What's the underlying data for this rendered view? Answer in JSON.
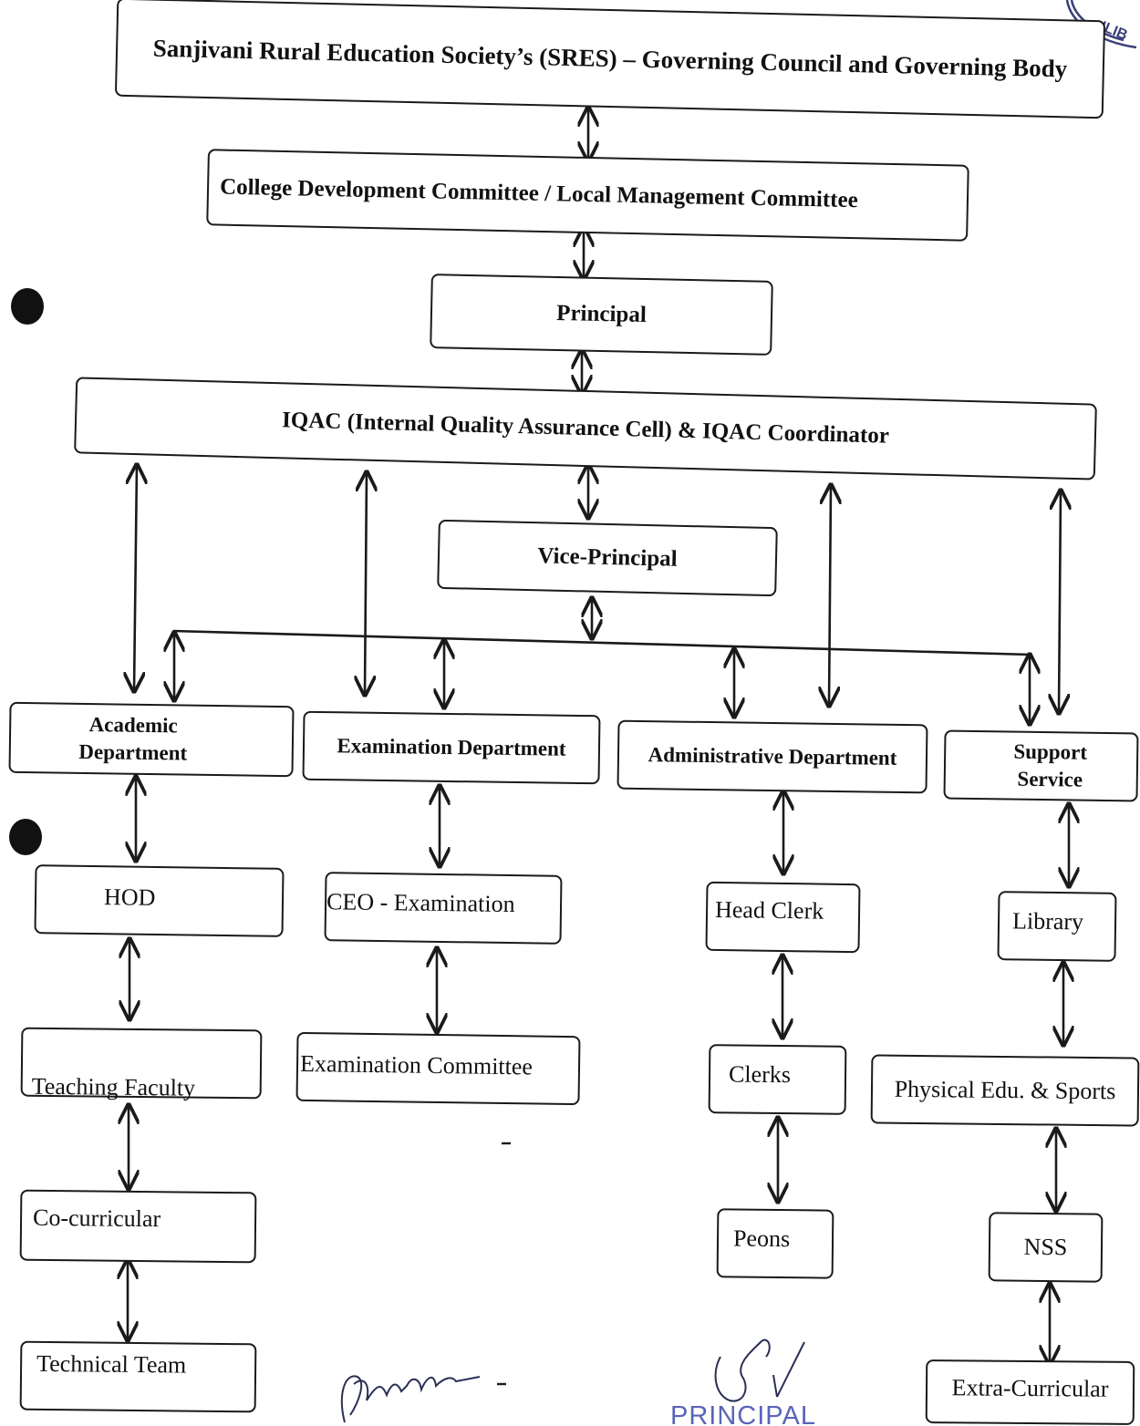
{
  "nodes": {
    "governing": "Sanjivani Rural Education Society’s (SRES) – Governing Council and Governing Body",
    "cdc": "College Development Committee / Local Management Committee",
    "principal": "Principal",
    "iqac": "IQAC (Internal Quality Assurance Cell) & IQAC Coordinator",
    "vice_principal": "Vice-Principal",
    "academic": "Academic\nDepartment",
    "examination": "Examination Department",
    "administrative": "Administrative Department",
    "support": "Support\nService",
    "hod": "HOD",
    "ceo_exam": "CEO - Examination",
    "head_clerk": "Head Clerk",
    "library": "Library",
    "teaching_faculty": "Teaching Faculty",
    "exam_committee": "Examination Committee",
    "clerks": "Clerks",
    "physical_edu": "Physical Edu. & Sports",
    "co_curricular": "Co-curricular",
    "peons": "Peons",
    "nss": "NSS",
    "technical_team": "Technical Team",
    "extra_curricular": "Extra-Curricular"
  },
  "stamp": {
    "principal_text": "PRINCIPAL",
    "seal_text": "ILIB"
  },
  "colors": {
    "ink": "#1a1a1a",
    "stamp": "#4a56b0"
  }
}
